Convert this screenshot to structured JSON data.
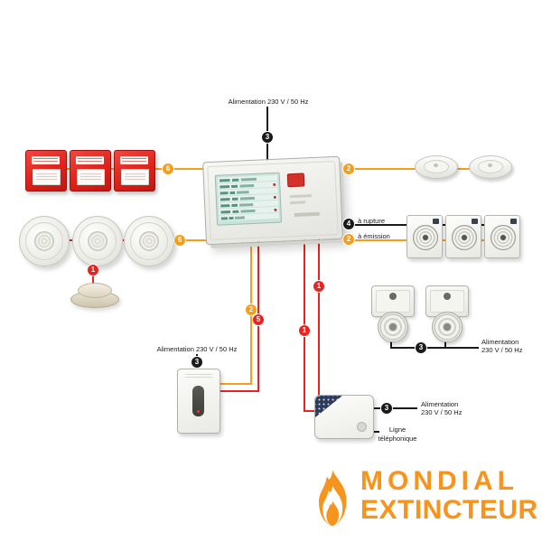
{
  "colors": {
    "wire_orange": "#F59E1B",
    "wire_red": "#E52521",
    "wire_black": "#1A1A1A",
    "logo_orange": "#F7941E",
    "device_red": "#DD1F17",
    "panel_display_green": "#CBE3DA"
  },
  "badges": {
    "top_power": "3",
    "call_points": "6",
    "smoke_detectors": "6",
    "remote_indicator": "1",
    "heat_detectors": "2",
    "sounders_rupture": "4",
    "sounders_emission": "2",
    "transmitter_line_upper": "1",
    "transmitter_line_lower": "1",
    "psu_line_orange": "2",
    "psu_line_red": "5",
    "psu_power": "3",
    "door_holders_power": "3",
    "transmitter_power": "3"
  },
  "labels": {
    "top_power": "Alimentation 230 V / 50 Hz",
    "rupture": "à rupture",
    "emission": "à émission",
    "door_power_line1": "Alimentation",
    "door_power_line2": "230 V / 50 Hz",
    "psu_power": "Alimentation 230 V / 50 Hz",
    "tx_power_line1": "Alimentation",
    "tx_power_line2": "230 V / 50 Hz",
    "phone_line1": "Ligne",
    "phone_line2": "téléphonique"
  },
  "logo": {
    "word1": "MONDIAL",
    "word2": "EXTINCTEUR"
  }
}
